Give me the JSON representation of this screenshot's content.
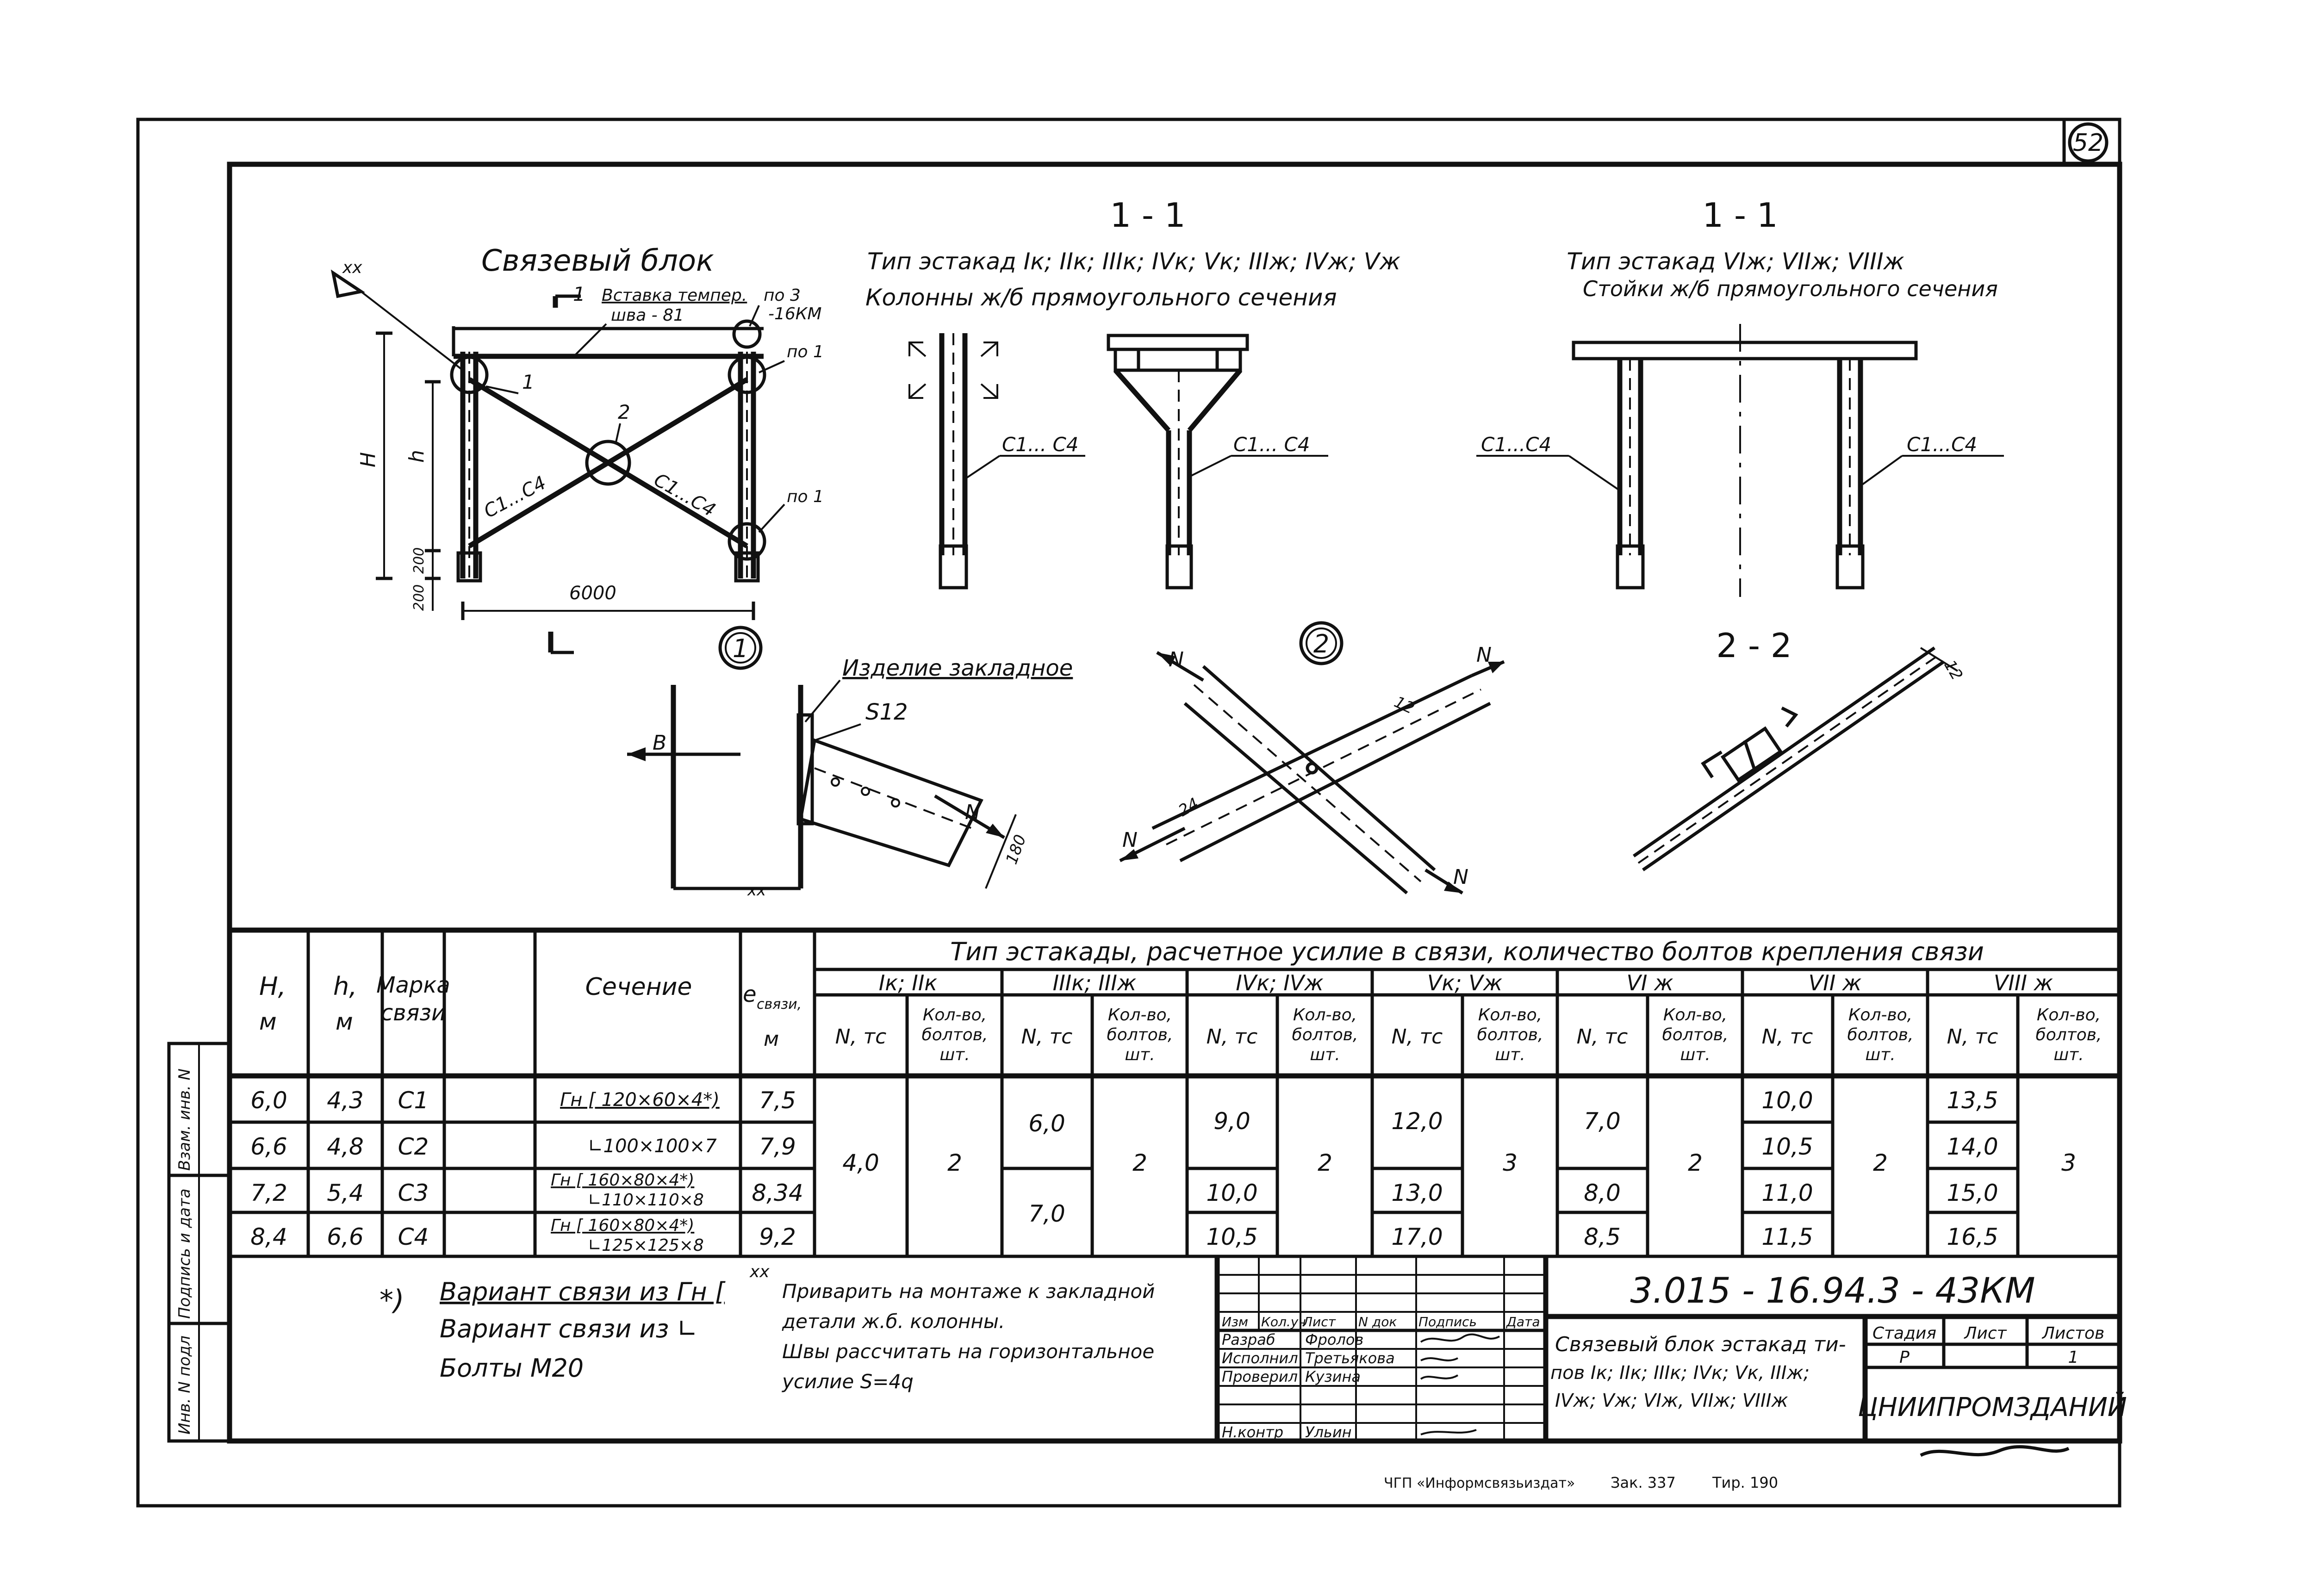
{
  "sheet_number": "52",
  "block": {
    "title": "Связевый блок",
    "labels": {
      "mark_xx": "хх",
      "section_mark": "1",
      "insert_note_1": "Вставка темпер.",
      "insert_note_2": "шва - 81",
      "pos3_1": "по 3",
      "pos3_2": "-16КМ",
      "pos1_top": "по 1",
      "pos1_bottom": "по 1",
      "node1": "1",
      "node2": "2",
      "brace_left": "С1...С4",
      "brace_right": "С1...С4",
      "dim_H": "Н",
      "dim_h": "h",
      "dim_200_inner": "200",
      "dim_200_outer": "200",
      "dim_span": "6000"
    }
  },
  "section_a": {
    "title": "1 - 1",
    "subtitle": "Тип эстакад Iк; IIк; IIIк; IVк; Vк; IIIж; IVж; Vж",
    "caption": "Колонны ж/б прямоугольного сечения",
    "label_1": "С1... С4",
    "label_2": "С1... С4"
  },
  "section_b": {
    "title": "1 - 1",
    "subtitle": "Тип эстакад VIж; VIIж; VIIIж",
    "caption": "Стойки ж/б прямоугольного сечения",
    "label_1": "С1...С4",
    "label_2": "С1...С4"
  },
  "detail_1": {
    "number": "1",
    "title": "Изделие закладное",
    "weld": "S12",
    "force_B": "В",
    "force_N": "N",
    "dim": "180",
    "mark": "хх"
  },
  "detail_2": {
    "number": "2",
    "n1": "N",
    "n2": "N",
    "n3": "N",
    "n4": "N",
    "dim_12": "12",
    "dim_24": "24"
  },
  "section_22": {
    "title": "2 - 2",
    "dim": "12"
  },
  "table": {
    "header_span": "Тип эстакады, расчетное усилие в связи, количество болтов крепления связи",
    "col_H": [
      "Н,",
      "м"
    ],
    "col_h": [
      "h,",
      "м"
    ],
    "col_mark": [
      "Марка",
      "связи"
    ],
    "col_section": "Сечение",
    "col_e": [
      "e",
      "связи,",
      "м"
    ],
    "groups": [
      "Iк; IIк",
      "IIIк; IIIж",
      "IVк; IVж",
      "Vк; Vж",
      "VI ж",
      "VII ж",
      "VIII ж"
    ],
    "sub_N": "N, тс",
    "sub_bolts": [
      "Кол-во,",
      "болтов,",
      "шт."
    ],
    "rows": [
      {
        "H": "6,0",
        "h": "4,3",
        "mark": "С1",
        "section_1": "Гн [ 120×60×4*)",
        "section_2": "",
        "e": "7,5"
      },
      {
        "H": "6,6",
        "h": "4,8",
        "mark": "С2",
        "section_1": "",
        "section_2": "∟100×100×7",
        "e": "7,9"
      },
      {
        "H": "7,2",
        "h": "5,4",
        "mark": "С3",
        "section_1": "Гн [ 160×80×4*)",
        "section_2": "∟110×110×8",
        "e": "8,34"
      },
      {
        "H": "8,4",
        "h": "6,6",
        "mark": "С4",
        "section_1": "Гн [ 160×80×4*)",
        "section_2": "∟125×125×8",
        "e": "9,2"
      }
    ],
    "g1": {
      "n": "4,0",
      "bolts": "2"
    },
    "g2": {
      "n_a": "6,0",
      "n_b": "7,0",
      "bolts": "2"
    },
    "g3": {
      "n": [
        "9,0",
        "10,0",
        "10,5"
      ],
      "bolts": "2"
    },
    "g4": {
      "n": [
        "12,0",
        "13,0",
        "17,0"
      ],
      "bolts": "3"
    },
    "g5": {
      "n": [
        "7,0",
        "8,0",
        "8,5"
      ],
      "bolts": "2"
    },
    "g6": {
      "n": [
        "10,0",
        "10,5",
        "11,0",
        "11,5"
      ],
      "bolts": "2"
    },
    "g7": {
      "n": [
        "13,5",
        "14,0",
        "15,0",
        "16,5"
      ],
      "bolts": "3"
    }
  },
  "notes": {
    "asterisk": "*)",
    "variant_1": "Вариант связи из Гн [",
    "variant_2": "Вариант связи из ∟",
    "bolts": "Болты М20",
    "xx": "хх",
    "text_1": "Приварить на монтаже к закладной",
    "text_2": "детали ж.б. колонны.",
    "text_3": "Швы рассчитать на горизонтальное",
    "text_4": "усилие S=4q"
  },
  "title_block": {
    "code": "3.015 - 16.94.3 - 43КМ",
    "description_1": "Связевый блок эстакад ти-",
    "description_2": "пов Iк; IIк; IIIк; IVк; Vк, IIIж;",
    "description_3": "IVж; Vж; VIж, VIIж; VIIIж",
    "stage_label": "Стадия",
    "sheet_label": "Лист",
    "sheets_label": "Листов",
    "stage": "Р",
    "sheets": "1",
    "org": "ЦНИИПРОМЗДАНИЙ",
    "sig_head": [
      "Изм",
      "Кол.уч",
      "Лист",
      "N док",
      "Подпись",
      "Дата"
    ],
    "roles": [
      "Разраб",
      "Исполнил",
      "Проверил",
      "Н.контр"
    ],
    "names": [
      "Фролов",
      "Третьякова",
      "Кузина",
      "Ульин"
    ]
  },
  "side_stamp": {
    "col_1": "Инв. N подл",
    "col_2": "Подпись и дата",
    "col_3": "Взам. инв. N"
  },
  "footer": {
    "publisher": "ЧГП «Информсвязьиздат»",
    "order": "Зак. 337",
    "print": "Тир. 190"
  }
}
